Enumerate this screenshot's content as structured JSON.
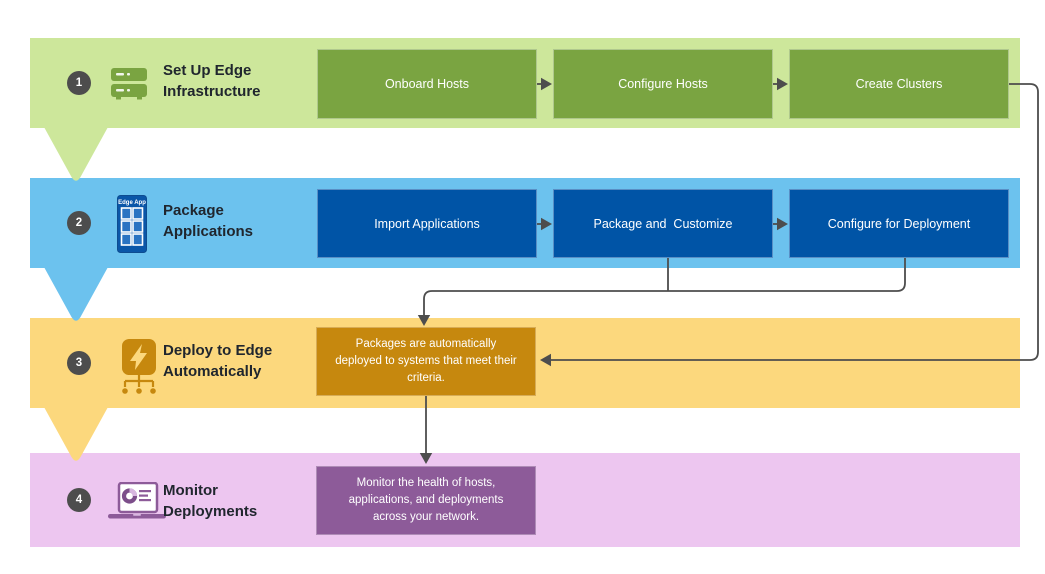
{
  "diagram": {
    "connector_color": "#4d4d4d",
    "steps": [
      {
        "number": "1",
        "title_line1": "Set Up Edge",
        "title_line2": "Infrastructure",
        "icon": "server-icon",
        "band_color": "#cde79b",
        "box_color": "#7aa441",
        "boxes": [
          "Onboard Hosts",
          "Configure Hosts",
          "Create Clusters"
        ]
      },
      {
        "number": "2",
        "title_line1": "Package",
        "title_line2": "Applications",
        "icon": "edge-app-icon",
        "icon_label": "Edge App",
        "band_color": "#6cc2ee",
        "box_color": "#0054a6",
        "boxes": [
          "Import Applications",
          "Package and  Customize",
          "Configure for Deployment"
        ]
      },
      {
        "number": "3",
        "title_line1": "Deploy to Edge",
        "title_line2": "Automatically",
        "icon": "lightning-network-icon",
        "band_color": "#fcd87d",
        "box_color": "#c6880e",
        "note": "Packages are automatically deployed to systems that meet their criteria."
      },
      {
        "number": "4",
        "title_line1": "Monitor",
        "title_line2": "Deployments",
        "icon": "laptop-chart-icon",
        "band_color": "#edc6f0",
        "box_color": "#8d5b99",
        "note": "Monitor the health of hosts, applications, and deployments across your network."
      }
    ]
  }
}
